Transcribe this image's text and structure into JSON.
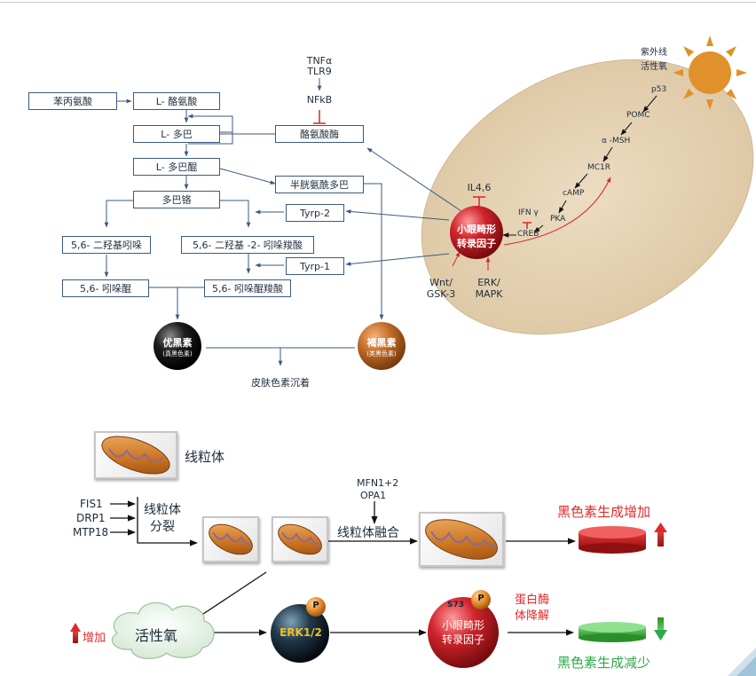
{
  "top": {
    "phenylalanine": "苯丙氨酸",
    "l_tyrosine": "L- 酪氨酸",
    "l_dopa": "L- 多巴",
    "l_dopaquinone": "L- 多巴醌",
    "dopachrome": "多巴铬",
    "dhi": "5,6- 二羟基吲哚",
    "dhica": "5,6- 二羟基 -2- 吲哚羧酸",
    "indolequinone": "5,6- 吲哚醌",
    "indolequinone_carboxylic": "5,6- 吲哚醌羧酸",
    "cysteinyldopa": "半胱氨酰多巴",
    "tyrosinase": "酪氨酸酶",
    "tnfa": "TNFα",
    "tlr9": "TLR9",
    "nfkb": "NFkB",
    "tyrp2": "Tyrp-2",
    "tyrp1": "Tyrp-1",
    "eumelanin": "优黑素",
    "eumelanin_sub": "(真黑色素)",
    "pheomelanin": "褐黑素",
    "pheomelanin_sub": "(类黑色素)",
    "deposition": "皮肤色素沉着",
    "mitf_line1": "小眼畸形",
    "mitf_line2": "转录因子",
    "il46": "IL4,6",
    "wnt_line1": "Wnt/",
    "wnt_line2": "GSK-3",
    "erk_line1": "ERK/",
    "erk_line2": "MAPK",
    "uv_line1": "紫外线",
    "uv_line2": "活性氧",
    "p53": "p53",
    "pomc": "POMC",
    "amsh": "α -MSH",
    "mc1r": "MC1R",
    "camp": "cAMP",
    "pka": "PKA",
    "ifng": "IFN γ",
    "creb": "CREB"
  },
  "bottom": {
    "mitochondria": "线粒体",
    "fis1": "FIS1",
    "drp1": "DRP1",
    "mtp18": "MTP18",
    "fission_line1": "线粒体",
    "fission_line2": "分裂",
    "mfn": "MFN1+2",
    "opa1": "OPA1",
    "fusion": "线粒体融合",
    "increase_melanin": "黑色素生成增加",
    "decrease_melanin": "黑色素生成减少",
    "increase": "增加",
    "ros": "活性氧",
    "erk": "ERK1/2",
    "p": "P",
    "s73": "S73",
    "mitf_line1": "小眼畸形",
    "mitf_line2": "转录因子",
    "degradation_line1": "蛋白酶",
    "degradation_line2": "体降解"
  },
  "colors": {
    "line": "#3d5a80",
    "inhibit": "#d7262e",
    "eumelanin": "#1c1c1c",
    "pheomelanin": "#c06a26",
    "mitf": "#d1242c",
    "cell": "#e8d8bf",
    "sun": "#e0912b",
    "green_text": "#2fa84a",
    "red_text": "#e02b2b"
  }
}
